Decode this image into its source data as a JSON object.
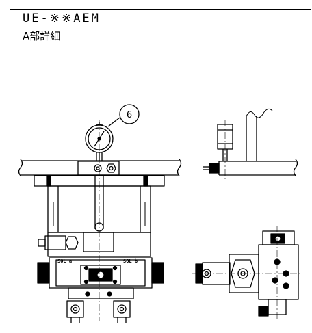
{
  "header": {
    "model_code": "UE-※※AEM",
    "detail_label": "A部詳細"
  },
  "callouts": [
    {
      "number": "6"
    }
  ],
  "valve_labels": {
    "sol_a": "SOL a",
    "sol_b": "SOL b"
  }
}
